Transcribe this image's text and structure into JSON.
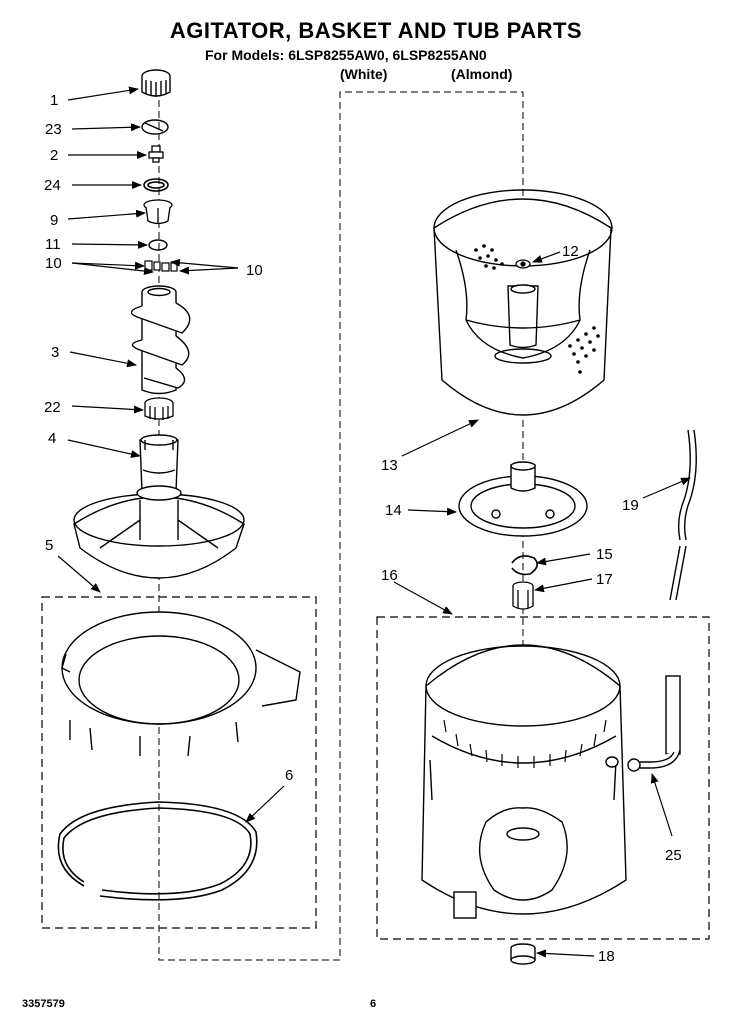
{
  "header": {
    "title": "AGITATOR, BASKET AND TUB PARTS",
    "models": "For Models: 6LSP8255AW0, 6LSP8255AN0",
    "variant_white": "(White)",
    "variant_almond": "(Almond)"
  },
  "callouts": {
    "c1": "1",
    "c23": "23",
    "c2": "2",
    "c24": "24",
    "c9": "9",
    "c11": "11",
    "c10a": "10",
    "c10b": "10",
    "c3": "3",
    "c22": "22",
    "c4": "4",
    "c5": "5",
    "c6": "6",
    "c12": "12",
    "c13": "13",
    "c14": "14",
    "c19": "19",
    "c15": "15",
    "c16": "16",
    "c17": "17",
    "c25": "25",
    "c18": "18"
  },
  "footer": {
    "doc_number": "3357579",
    "page_number": "6"
  }
}
